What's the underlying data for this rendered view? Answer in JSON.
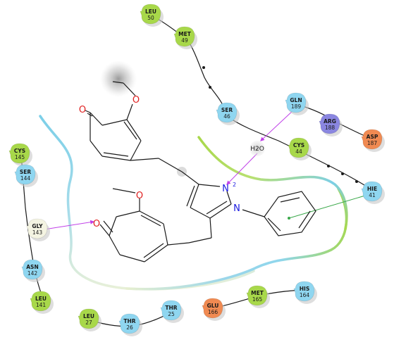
{
  "residues": [
    {
      "id": "leu50",
      "name": "LEU",
      "number": "50",
      "type": "hydrophobic"
    },
    {
      "id": "met49",
      "name": "MET",
      "number": "49",
      "type": "hydrophobic"
    },
    {
      "id": "ser46",
      "name": "SER",
      "number": "46",
      "type": "polar"
    },
    {
      "id": "gln189",
      "name": "GLN",
      "number": "189",
      "type": "polar"
    },
    {
      "id": "arg188",
      "name": "ARG",
      "number": "188",
      "type": "positive"
    },
    {
      "id": "asp187",
      "name": "ASP",
      "number": "187",
      "type": "negative"
    },
    {
      "id": "cys44",
      "name": "CYS",
      "number": "44",
      "type": "hydrophobic"
    },
    {
      "id": "hie41",
      "name": "HIE",
      "number": "41",
      "type": "polar"
    },
    {
      "id": "cys145",
      "name": "CYS",
      "number": "145",
      "type": "hydrophobic"
    },
    {
      "id": "ser144",
      "name": "SER",
      "number": "144",
      "type": "polar"
    },
    {
      "id": "gly143",
      "name": "GLY",
      "number": "143",
      "type": "glycine"
    },
    {
      "id": "asn142",
      "name": "ASN",
      "number": "142",
      "type": "polar"
    },
    {
      "id": "leu141",
      "name": "LEU",
      "number": "141",
      "type": "hydrophobic"
    },
    {
      "id": "leu27",
      "name": "LEU",
      "number": "27",
      "type": "hydrophobic"
    },
    {
      "id": "thr26",
      "name": "THR",
      "number": "26",
      "type": "polar"
    },
    {
      "id": "thr25",
      "name": "THR",
      "number": "25",
      "type": "polar"
    },
    {
      "id": "glu166",
      "name": "GLU",
      "number": "166",
      "type": "negative"
    },
    {
      "id": "met165",
      "name": "MET",
      "number": "165",
      "type": "hydrophobic"
    },
    {
      "id": "his164",
      "name": "HIS",
      "number": "164",
      "type": "polar"
    }
  ],
  "ligand_atoms": {
    "oxygen": "O",
    "nitrogen": "N",
    "n2_label": "N",
    "n2_charge": "2"
  },
  "water_label": "H2O",
  "colors": {
    "hydrophobic": "#a8d84a",
    "polar": "#8fd6f0",
    "positive": "#8a86e0",
    "negative": "#f08a52",
    "glycine": "#f4f4e2",
    "hbond": "#c040e8",
    "pi_cation": "#3aa84a",
    "oxygen": "#e02020",
    "nitrogen": "#1a1ae0"
  }
}
